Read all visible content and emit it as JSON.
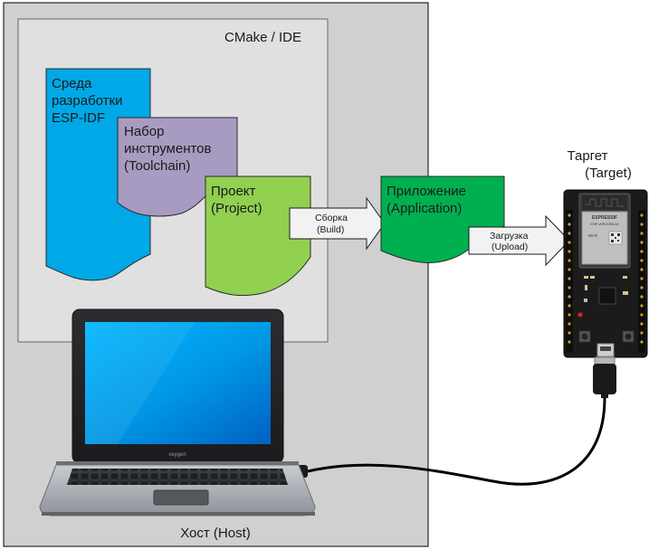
{
  "host": {
    "label": "Хост (Host)"
  },
  "ide": {
    "label": "CMake / IDE"
  },
  "esp_idf": {
    "line1": "Среда",
    "line2": "разработки",
    "line3": "ESP-IDF",
    "color": "#00a8e8"
  },
  "toolchain": {
    "line1": "Набор",
    "line2": "инструментов",
    "line3": "(Toolchain)",
    "color": "#a89bc2"
  },
  "project": {
    "line1": "Проект",
    "line2": "(Project)",
    "color": "#92d050"
  },
  "application": {
    "line1": "Приложение",
    "line2": "(Application)",
    "color": "#00b050"
  },
  "build_arrow": {
    "line1": "Сборка",
    "line2": "(Build)"
  },
  "upload_arrow": {
    "line1": "Загрузка",
    "line2": "(Upload)"
  },
  "target": {
    "line1": "Таргет",
    "line2": "(Target)"
  },
  "board": {
    "brand": "ESPRESSIF",
    "module": "ESP-WROOM-32",
    "wifi": "Wi-Fi"
  },
  "laptop": {
    "brand": "oxygen"
  }
}
